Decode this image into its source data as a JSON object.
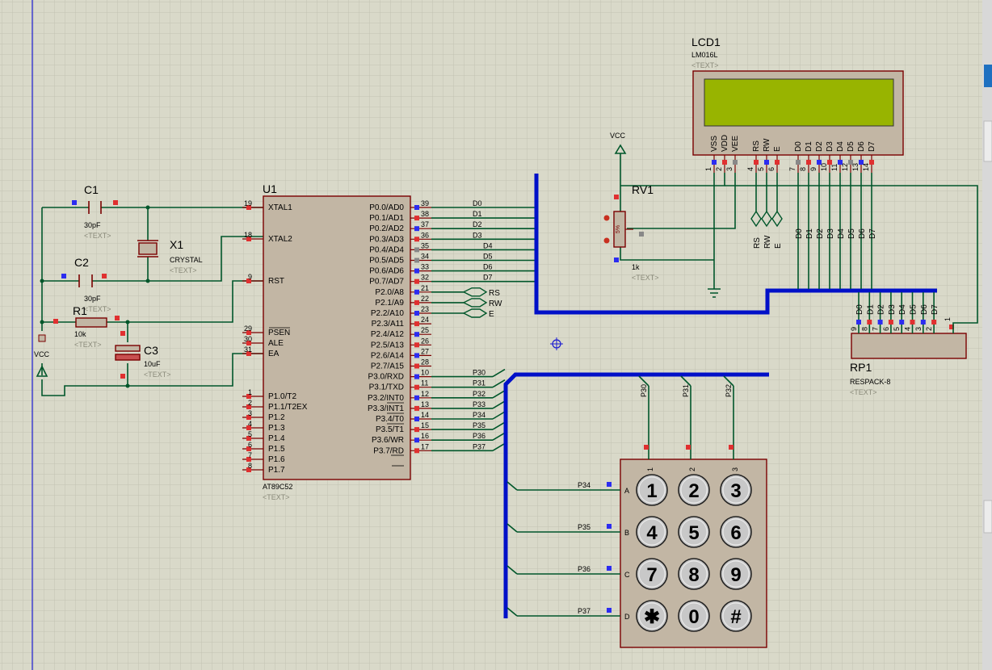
{
  "u1": {
    "ref": "U1",
    "part": "AT89C52",
    "text": "<TEXT>",
    "left_pins": [
      {
        "num": "19",
        "name": "XTAL1"
      },
      {
        "num": "18",
        "name": "XTAL2"
      },
      {
        "num": "9",
        "name": "RST"
      },
      {
        "num": "29",
        "name": "PSEN"
      },
      {
        "num": "30",
        "name": "ALE"
      },
      {
        "num": "31",
        "name": "EA"
      },
      {
        "num": "1",
        "name": "P1.0/T2"
      },
      {
        "num": "2",
        "name": "P1.1/T2EX"
      },
      {
        "num": "3",
        "name": "P1.2"
      },
      {
        "num": "4",
        "name": "P1.3"
      },
      {
        "num": "5",
        "name": "P1.4"
      },
      {
        "num": "6",
        "name": "P1.5"
      },
      {
        "num": "7",
        "name": "P1.6"
      },
      {
        "num": "8",
        "name": "P1.7"
      }
    ],
    "right_pins": [
      {
        "num": "39",
        "name": "P0.0/AD0"
      },
      {
        "num": "38",
        "name": "P0.1/AD1"
      },
      {
        "num": "37",
        "name": "P0.2/AD2"
      },
      {
        "num": "36",
        "name": "P0.3/AD3"
      },
      {
        "num": "35",
        "name": "P0.4/AD4"
      },
      {
        "num": "34",
        "name": "P0.5/AD5"
      },
      {
        "num": "33",
        "name": "P0.6/AD6"
      },
      {
        "num": "32",
        "name": "P0.7/AD7"
      },
      {
        "num": "21",
        "name": "P2.0/A8"
      },
      {
        "num": "22",
        "name": "P2.1/A9"
      },
      {
        "num": "23",
        "name": "P2.2/A10"
      },
      {
        "num": "24",
        "name": "P2.3/A11"
      },
      {
        "num": "25",
        "name": "P2.4/A12"
      },
      {
        "num": "26",
        "name": "P2.5/A13"
      },
      {
        "num": "27",
        "name": "P2.6/A14"
      },
      {
        "num": "28",
        "name": "P2.7/A15"
      },
      {
        "num": "10",
        "name": "P3.0/RXD"
      },
      {
        "num": "11",
        "name": "P3.1/TXD"
      },
      {
        "num": "12",
        "name": "P3.2/INT0"
      },
      {
        "num": "13",
        "name": "P3.3/INT1"
      },
      {
        "num": "14",
        "name": "P3.4/T0"
      },
      {
        "num": "15",
        "name": "P3.5/T1"
      },
      {
        "num": "16",
        "name": "P3.6/WR"
      },
      {
        "num": "17",
        "name": "P3.7/RD"
      }
    ],
    "p0_nets": [
      "D0",
      "D1",
      "D2",
      "D3",
      "D4",
      "D5",
      "D6",
      "D7"
    ],
    "p2_nets": [
      "RS",
      "RW",
      "E"
    ],
    "p3_nets": [
      "P30",
      "P31",
      "P32",
      "P33",
      "P34",
      "P35",
      "P36",
      "P37"
    ]
  },
  "c1": {
    "ref": "C1",
    "value": "30pF",
    "text": "<TEXT>"
  },
  "c2": {
    "ref": "C2",
    "value": "30pF",
    "text": "<TEXT>"
  },
  "x1": {
    "ref": "X1",
    "value": "CRYSTAL",
    "text": "<TEXT>"
  },
  "r1": {
    "ref": "R1",
    "value": "10k",
    "text": "<TEXT>"
  },
  "c3": {
    "ref": "C3",
    "value": "10uF",
    "text": "<TEXT>"
  },
  "vcc_left": "VCC",
  "vcc_top": "VCC",
  "lcd": {
    "ref": "LCD1",
    "part": "LM016L",
    "text": "<TEXT>",
    "pins": [
      {
        "num": "1",
        "name": "VSS"
      },
      {
        "num": "2",
        "name": "VDD"
      },
      {
        "num": "3",
        "name": "VEE"
      },
      {
        "num": "4",
        "name": "RS"
      },
      {
        "num": "5",
        "name": "RW"
      },
      {
        "num": "6",
        "name": "E"
      },
      {
        "num": "7",
        "name": "D0"
      },
      {
        "num": "8",
        "name": "D1"
      },
      {
        "num": "9",
        "name": "D2"
      },
      {
        "num": "10",
        "name": "D3"
      },
      {
        "num": "11",
        "name": "D4"
      },
      {
        "num": "12",
        "name": "D5"
      },
      {
        "num": "13",
        "name": "D6"
      },
      {
        "num": "14",
        "name": "D7"
      }
    ],
    "screen_color": "#98b400"
  },
  "rv1": {
    "ref": "RV1",
    "value": "1k",
    "text": "<TEXT>",
    "pct": "5%"
  },
  "lcd_ctrl_nets": [
    "RS",
    "RW",
    "E"
  ],
  "lcd_data_nets": [
    "D0",
    "D1",
    "D2",
    "D3",
    "D4",
    "D5",
    "D6",
    "D7"
  ],
  "rp1": {
    "ref": "RP1",
    "part": "RESPACK-8",
    "text": "<TEXT>",
    "pins": [
      {
        "num": "9",
        "name": "D0"
      },
      {
        "num": "8",
        "name": "D1"
      },
      {
        "num": "7",
        "name": "D2"
      },
      {
        "num": "6",
        "name": "D3"
      },
      {
        "num": "5",
        "name": "D4"
      },
      {
        "num": "4",
        "name": "D5"
      },
      {
        "num": "3",
        "name": "D6"
      },
      {
        "num": "2",
        "name": "D7"
      }
    ],
    "common_pin": "1"
  },
  "keypad": {
    "col_nets": [
      "P30",
      "P31",
      "P32"
    ],
    "col_nums": [
      "1",
      "2",
      "3"
    ],
    "row_nets": [
      "P34",
      "P35",
      "P36",
      "P37"
    ],
    "row_letters": [
      "A",
      "B",
      "C",
      "D"
    ],
    "keys": [
      "1",
      "2",
      "3",
      "4",
      "5",
      "6",
      "7",
      "8",
      "9",
      "✱",
      "0",
      "#"
    ]
  },
  "colors": {
    "grid": "#c3c3b3",
    "wire": "#00562a",
    "bus": "#0010c8",
    "body": "#c2b6a4",
    "outline": "#7a0000",
    "pin_red": "#e03030",
    "pin_blue": "#2c2cf0",
    "pin_gray": "#888888"
  }
}
